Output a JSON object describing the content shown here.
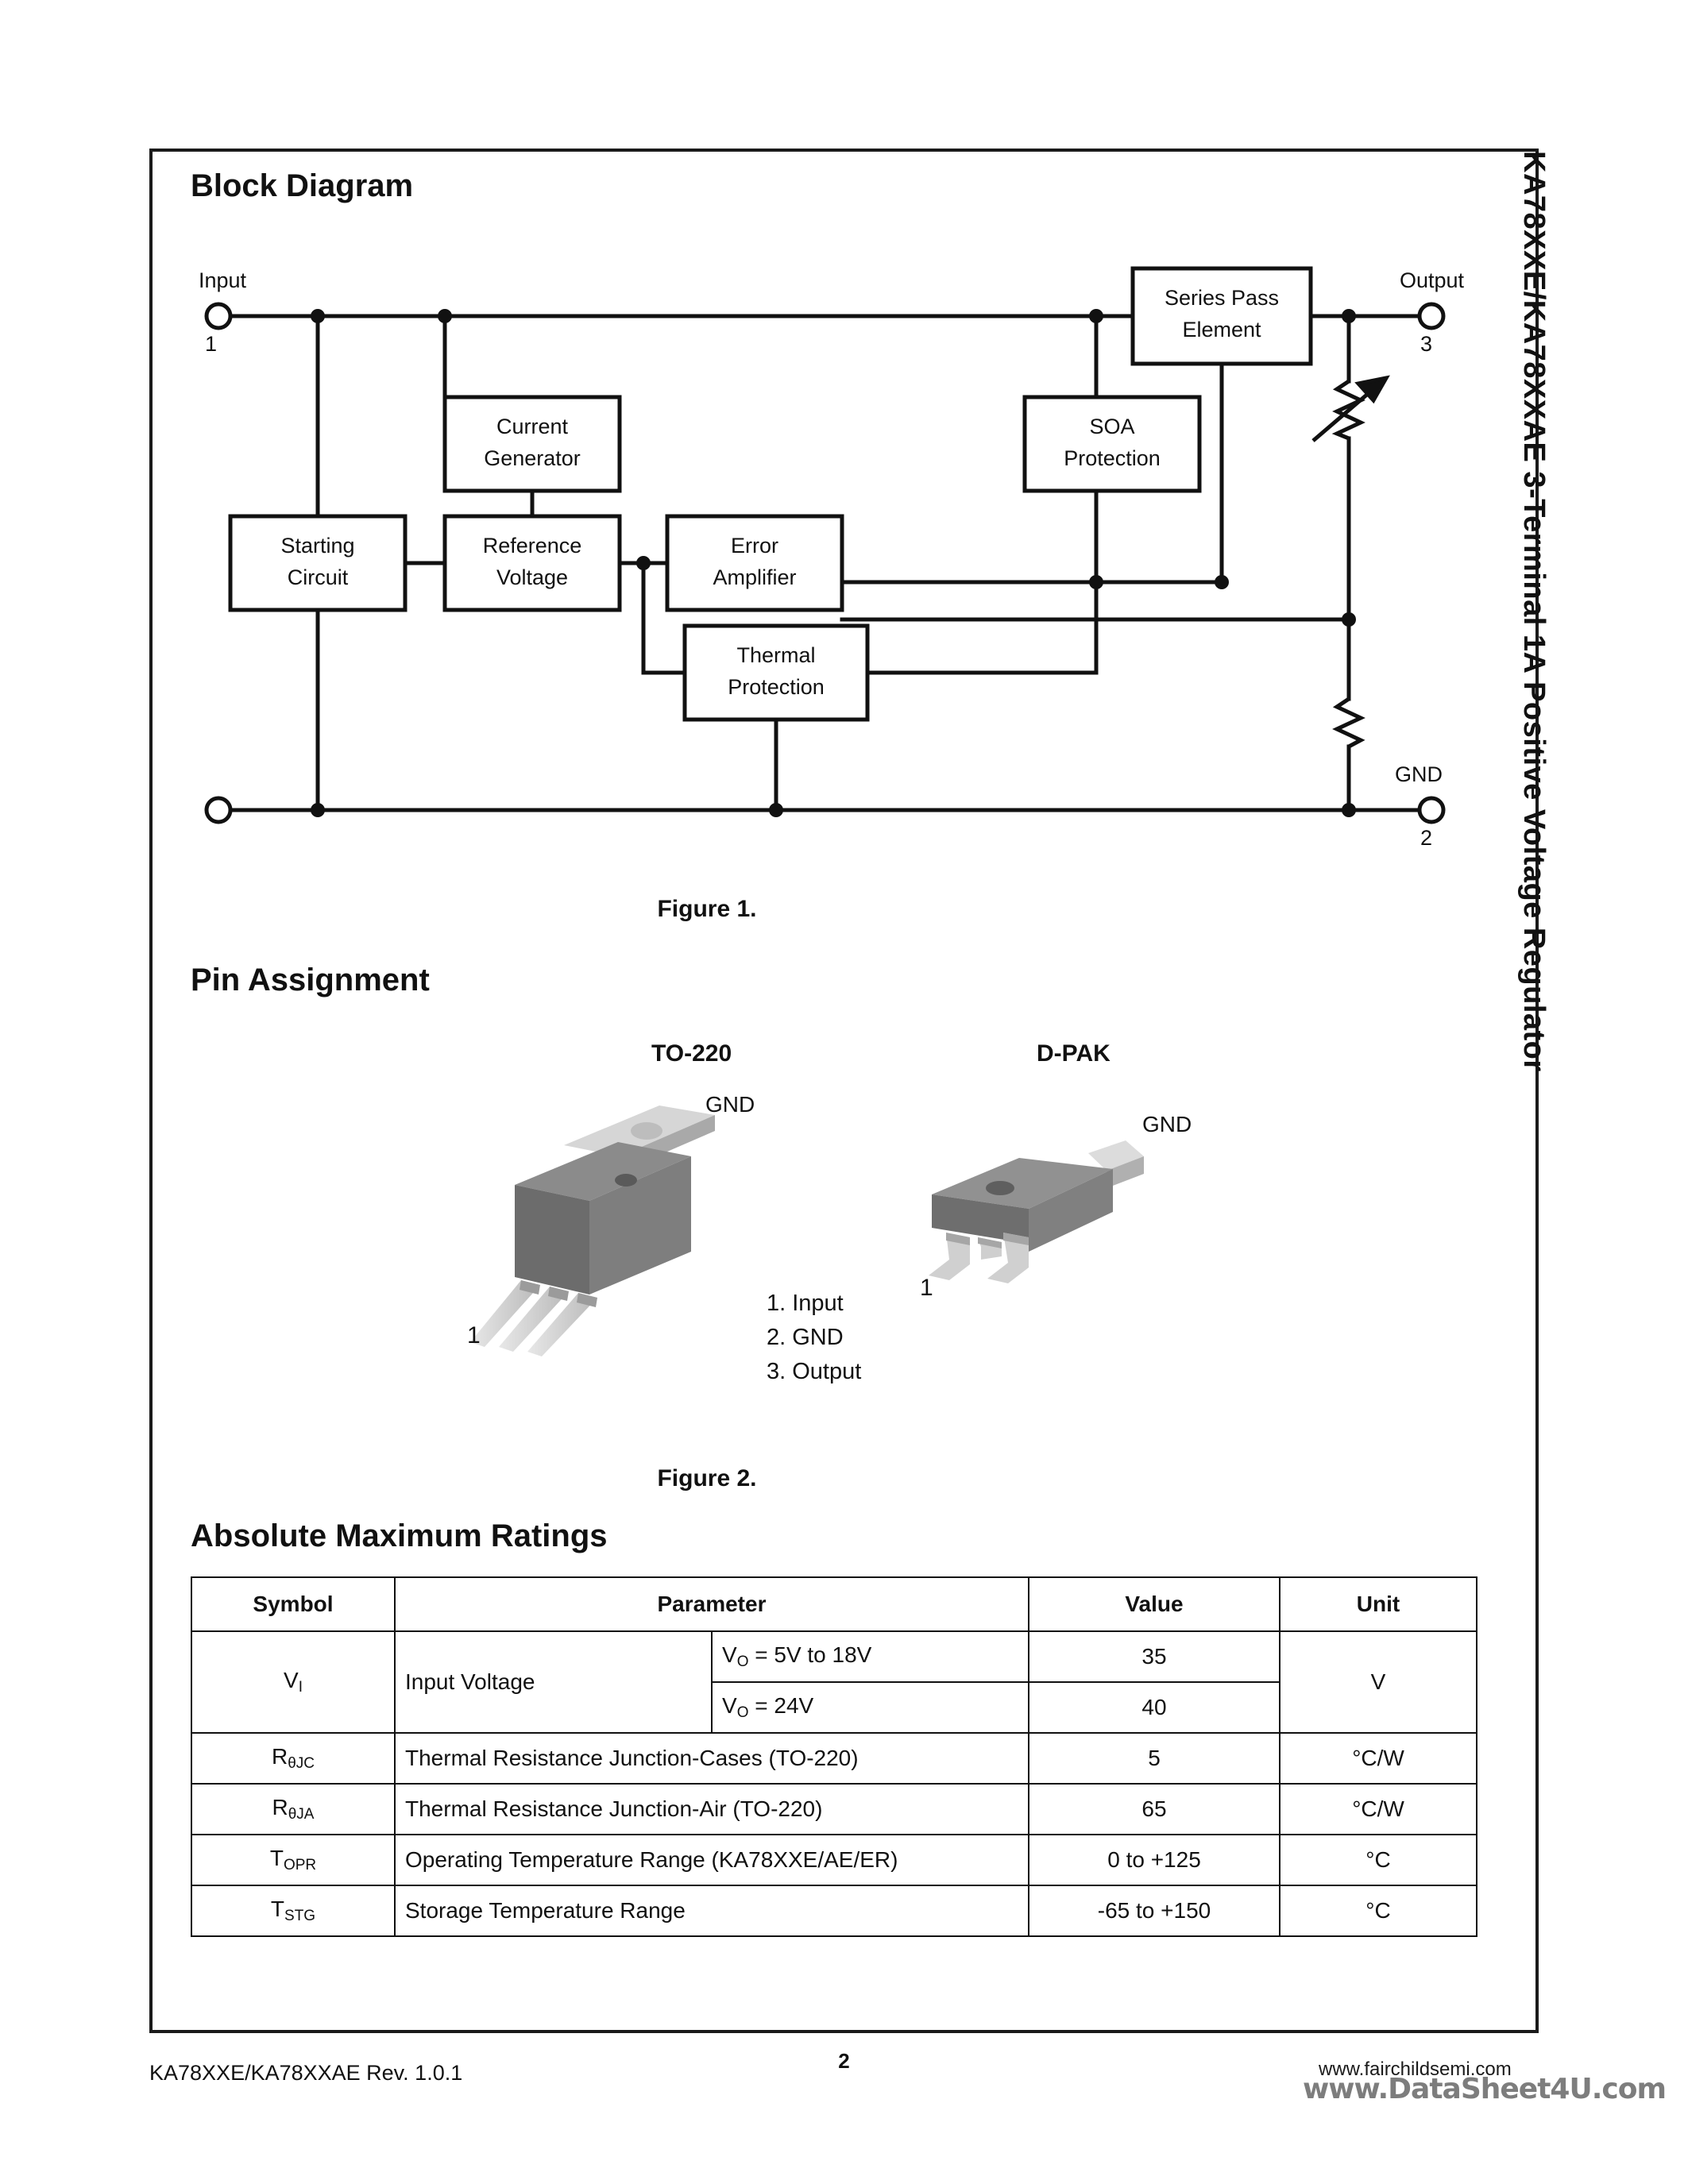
{
  "side_title": "KA78XXE/KA78XXAE  3-Terminal 1A Positive Voltage Regulator",
  "sections": {
    "block_diagram": "Block Diagram",
    "pin_assignment": "Pin Assignment",
    "absolute_maximum_ratings": "Absolute Maximum Ratings"
  },
  "figures": {
    "figure1": "Figure 1.",
    "figure2": "Figure 2."
  },
  "block_diagram": {
    "blocks": [
      "Series Pass Element",
      "Current Generator",
      "SOA Protection",
      "Starting Circuit",
      "Reference Voltage",
      "Error Amplifier",
      "Thermal Protection"
    ],
    "block_lines": {
      "series_pass": [
        "Series Pass",
        "Element"
      ],
      "current_gen": [
        "Current",
        "Generator"
      ],
      "soa": [
        "SOA",
        "Protection"
      ],
      "starting": [
        "Starting",
        "Circuit"
      ],
      "reference": [
        "Reference",
        "Voltage"
      ],
      "error_amp": [
        "Error",
        "Amplifier"
      ],
      "thermal": [
        "Thermal",
        "Protection"
      ]
    },
    "pins": {
      "input_label": "Input",
      "input_number": "1",
      "output_label": "Output",
      "output_number": "3",
      "gnd_label": "GND",
      "gnd_number": "2"
    }
  },
  "pin_assignment": {
    "packages": [
      {
        "name": "TO-220",
        "gnd_label": "GND",
        "pin1_label": "1"
      },
      {
        "name": "D-PAK",
        "gnd_label": "GND",
        "pin1_label": "1"
      }
    ],
    "pin_list": [
      "1. Input",
      "2. GND",
      "3. Output"
    ]
  },
  "table": {
    "headers": [
      "Symbol",
      "Parameter",
      "Value",
      "Unit"
    ],
    "rows": [
      {
        "symbol_base": "V",
        "symbol_sub": "I",
        "parameter": "Input Voltage",
        "condition_pre": "V",
        "condition_sub": "O",
        "condition_post": " = 5V to 18V",
        "value": "35",
        "unit": "V"
      },
      {
        "symbol_base": "",
        "symbol_sub": "",
        "parameter": "",
        "condition_pre": "V",
        "condition_sub": "O",
        "condition_post": " = 24V",
        "value": "40",
        "unit": ""
      },
      {
        "symbol_base": "R",
        "symbol_sub": "θJC",
        "parameter": "Thermal Resistance Junction-Cases (TO-220)",
        "value": "5",
        "unit": "°C/W"
      },
      {
        "symbol_base": "R",
        "symbol_sub": "θJA",
        "parameter": "Thermal Resistance Junction-Air (TO-220)",
        "value": "65",
        "unit": "°C/W"
      },
      {
        "symbol_base": "T",
        "symbol_sub": "OPR",
        "parameter": "Operating Temperature Range (KA78XXE/AE/ER)",
        "value": "0 to +125",
        "unit": "°C"
      },
      {
        "symbol_base": "T",
        "symbol_sub": "STG",
        "parameter": "Storage Temperature Range",
        "value": "-65 to +150",
        "unit": "°C"
      }
    ]
  },
  "footer": {
    "revision": "KA78XXE/KA78XXAE Rev. 1.0.1",
    "page_number": "2",
    "url": "www.fairchildsemi.com",
    "watermark": "www.DataSheet4U.com"
  }
}
